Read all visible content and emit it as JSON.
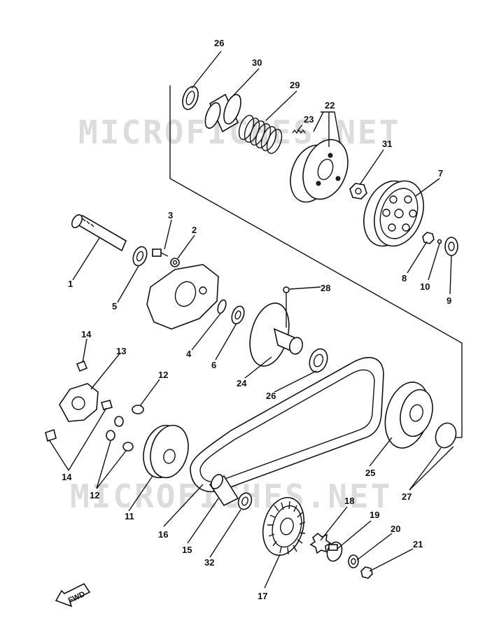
{
  "watermark": {
    "top": "MICROFICHES.NET",
    "bottom": "MICROFICHES.NET"
  },
  "direction_label": "FWD",
  "callouts": [
    "1",
    "2",
    "3",
    "4",
    "5",
    "6",
    "7",
    "8",
    "9",
    "10",
    "11",
    "12",
    "12",
    "13",
    "14",
    "14",
    "15",
    "16",
    "17",
    "18",
    "19",
    "20",
    "21",
    "22",
    "23",
    "24",
    "25",
    "26",
    "26",
    "27",
    "28",
    "29",
    "30",
    "31",
    "32"
  ]
}
